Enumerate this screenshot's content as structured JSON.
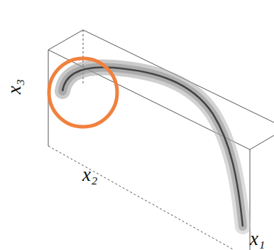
{
  "diagram": {
    "labels": [
      "x₃",
      "x₂",
      "x₁"
    ]
  }
}
